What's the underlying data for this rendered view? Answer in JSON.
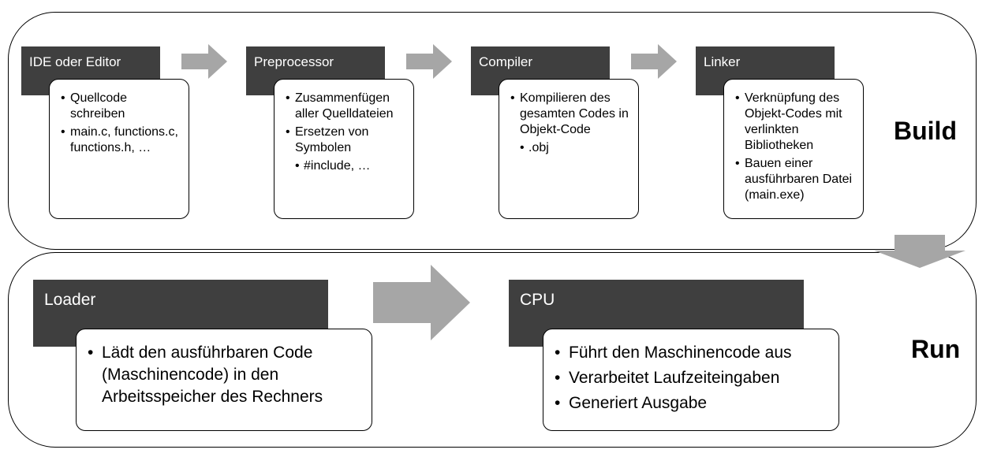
{
  "phases": {
    "build": {
      "label": "Build",
      "stages": [
        {
          "title": "IDE oder Editor",
          "items": [
            {
              "text": "Quellcode schreiben"
            },
            {
              "text": "main.c, functions.c, functions.h, …"
            }
          ]
        },
        {
          "title": "Preprocessor",
          "items": [
            {
              "text": "Zusammenfügen aller Quelldateien"
            },
            {
              "text": "Ersetzen von Symbolen"
            },
            {
              "text": "#include, …",
              "sub": true
            }
          ]
        },
        {
          "title": "Compiler",
          "items": [
            {
              "text": "Kompilieren des gesamten Codes in Objekt-Code"
            },
            {
              "text": ".obj",
              "sub": true
            }
          ]
        },
        {
          "title": "Linker",
          "items": [
            {
              "text": "Verknüpfung des Objekt-Codes mit verlinkten Bibliotheken"
            },
            {
              "text": "Bauen einer ausführbaren Datei (main.exe)"
            }
          ]
        }
      ]
    },
    "run": {
      "label": "Run",
      "stages": [
        {
          "title": "Loader",
          "items": [
            {
              "text": "Lädt den ausführbaren Code (Maschinencode) in den Arbeitsspeicher des Rechners"
            }
          ]
        },
        {
          "title": "CPU",
          "items": [
            {
              "text": "Führt den Maschinencode aus"
            },
            {
              "text": "Verarbeitet Laufzeiteingaben"
            },
            {
              "text": "Generiert Ausgabe"
            }
          ]
        }
      ]
    }
  },
  "colors": {
    "header_fill": "#3f3f3f",
    "arrow_fill": "#a6a6a6",
    "border": "#000000"
  }
}
